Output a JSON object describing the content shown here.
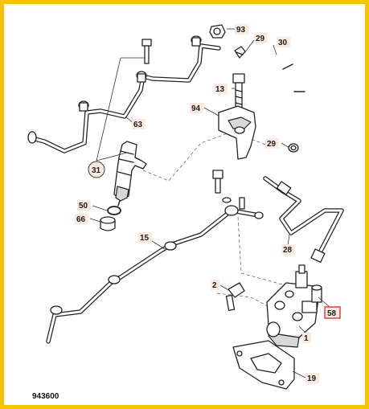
{
  "labels": {
    "l93": "93",
    "l29a": "29",
    "l30": "30",
    "l13": "13",
    "l94": "94",
    "l29b": "29",
    "l63": "63",
    "l31": "31",
    "l50": "50",
    "l66": "66",
    "l15": "15",
    "l28": "28",
    "l2": "2",
    "l58": "58",
    "l1": "1",
    "l19": "19"
  },
  "reference": "943600",
  "colors": {
    "border": "#f5c400",
    "highlight": "#d9262b",
    "label_bg": "#fde9df"
  }
}
